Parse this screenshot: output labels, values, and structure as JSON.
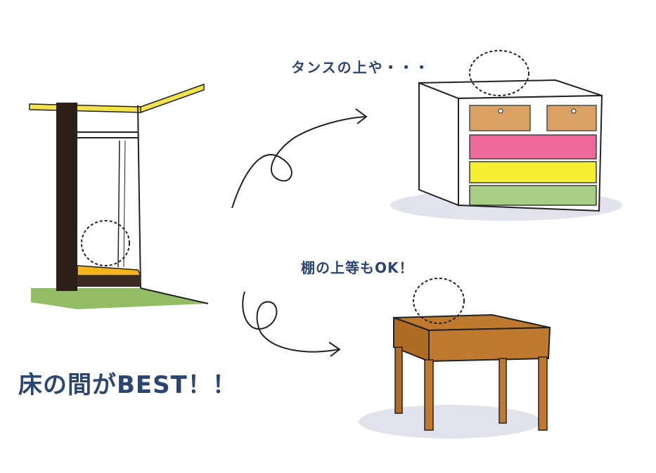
{
  "labels": {
    "dresser_caption": "タンスの上や・・・",
    "shelf_caption": "棚の上等もOK！",
    "main_caption": "床の間がBEST！！"
  },
  "colors": {
    "text": "#2a4670",
    "pillar": "#2b1f17",
    "beam": "#f3e24a",
    "floor_green": "#7fb24a",
    "tokonoma_floor": "#f2b51c",
    "drawer_wood": "#d08a3c",
    "drawer_pink": "#ea4f86",
    "drawer_yellow": "#f4ee1e",
    "drawer_green": "#9fc877",
    "table_wood": "#c07a2f",
    "shadow": "#d9dbe6"
  }
}
